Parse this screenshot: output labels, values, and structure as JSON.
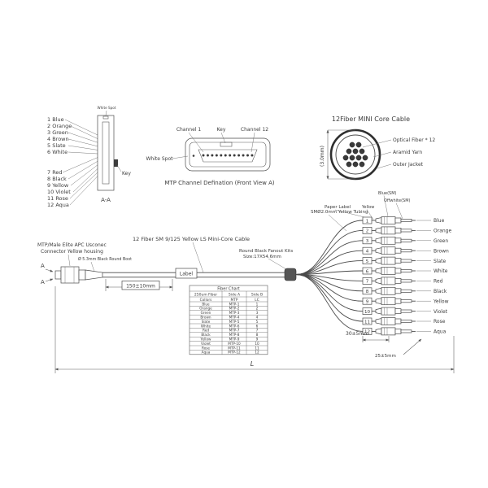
{
  "legend": {
    "items": [
      "1 Blue",
      "2 Orange",
      "3 Green",
      "4 Brown",
      "5 Slate",
      "6 White",
      "7 Red",
      "8 Black",
      "9 Yellow",
      "10 Violet",
      "11 Rose",
      "12 Aqua"
    ],
    "white_spot": "White Spot",
    "key": "Key",
    "section": "A-A"
  },
  "front_view": {
    "channel1": "Channel 1",
    "key": "Key",
    "channel12": "Channel 12",
    "white_spot": "White Spot",
    "caption": "MTP Channel Defination (Front View A)"
  },
  "core_cable": {
    "title": "12Fiber MINI Core Cable",
    "diameter": "(3.0mm)",
    "optical_fiber": "Optical Fiber * 12",
    "aramid_yarn": "Aramid Yarn",
    "outer_jacket": "Outer Jacket"
  },
  "assembly": {
    "connector_line1": "MTP/Male Elite APC Usconec",
    "connector_line2": "Connector Yellow housing",
    "boot": "Ø 5.3mm Black Round Boot",
    "cable": "12 Fiber SM 9/125 Yellow LS Mini-Core Cable",
    "dim_boot_len": "150±10mm",
    "label_box": "Label",
    "fanout_line1": "Round Black Fanout Kits",
    "fanout_line2": "Size:17X54.6mm",
    "tubing": "SMØ2.0mm Yellow Tubing",
    "paper_label": "Paper Label",
    "blue_sm": "Blue(SM)",
    "offwhite_sm": "Offwhite(SM)",
    "yellow": "Yellow",
    "dim_tube": "30±5mm",
    "dim_tip": "25±5mm",
    "dim_total": "L",
    "section_mark": "A"
  },
  "branches": [
    {
      "num": "1",
      "color": "Blue"
    },
    {
      "num": "2",
      "color": "Orange"
    },
    {
      "num": "3",
      "color": "Green"
    },
    {
      "num": "4",
      "color": "Brown"
    },
    {
      "num": "5",
      "color": "Slate"
    },
    {
      "num": "6",
      "color": "White"
    },
    {
      "num": "7",
      "color": "Red"
    },
    {
      "num": "8",
      "color": "Black"
    },
    {
      "num": "9",
      "color": "Yellow"
    },
    {
      "num": "10",
      "color": "Violet"
    },
    {
      "num": "11",
      "color": "Rose"
    },
    {
      "num": "12",
      "color": "Aqua"
    }
  ],
  "table": {
    "title": "Fiber Chart",
    "col_fiber": "250um Fiber",
    "col_fiber2": "Collors",
    "col_side_a": "Side A",
    "col_side_b": "Side B",
    "sub_a": "MTP",
    "sub_b": "LC",
    "rows": [
      [
        "Blue",
        "MTP-1",
        "1"
      ],
      [
        "Orange",
        "MTP-2",
        "2"
      ],
      [
        "Green",
        "MTP-3",
        "3"
      ],
      [
        "Brown",
        "MTP-4",
        "4"
      ],
      [
        "Slate",
        "MTP-5",
        "5"
      ],
      [
        "White",
        "MTP-6",
        "6"
      ],
      [
        "Red",
        "MTP-7",
        "7"
      ],
      [
        "Black",
        "MTP-8",
        "8"
      ],
      [
        "Yellow",
        "MTP-9",
        "9"
      ],
      [
        "Violet",
        "MTP-10",
        "10"
      ],
      [
        "Rose",
        "MTP-11",
        "11"
      ],
      [
        "Aqua",
        "MTP-12",
        "12"
      ]
    ]
  }
}
